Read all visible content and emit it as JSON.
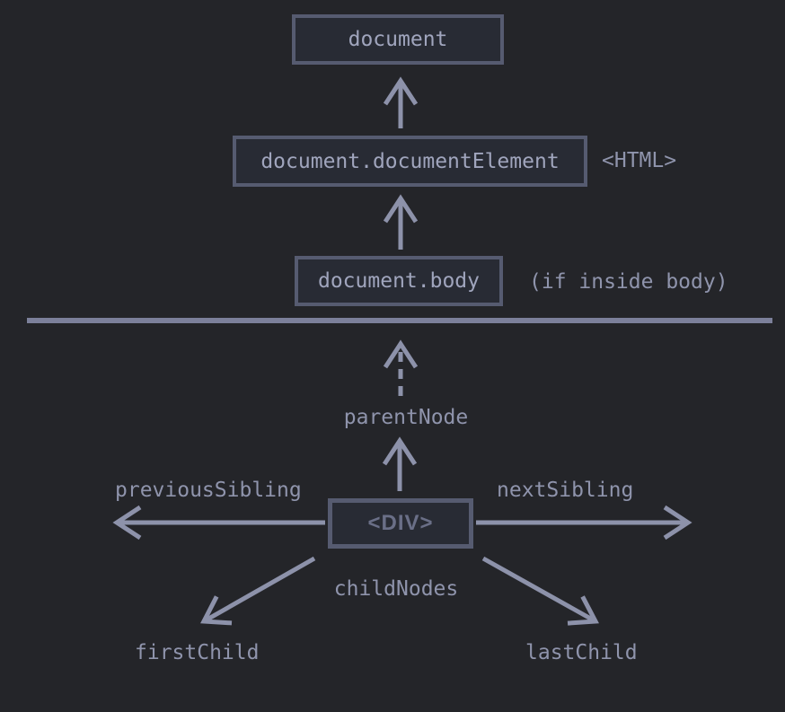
{
  "theme": {
    "bg": "#242529",
    "box_fill": "#282b34",
    "box_border": "#565b70",
    "box_text": "#a0a5bd",
    "div_text": "#6a6f87",
    "label_text": "#8f94ac",
    "arrow": "#8d92aa",
    "divider": "#7c809a"
  },
  "nodes": {
    "document": {
      "label": "document"
    },
    "documentElement": {
      "label": "document.documentElement",
      "annotation": "<HTML>"
    },
    "body": {
      "label": "document.body",
      "annotation": "(if inside body)"
    },
    "div": {
      "label": "<DIV>"
    }
  },
  "relations": {
    "parentNode": "parentNode",
    "previousSibling": "previousSibling",
    "nextSibling": "nextSibling",
    "childNodes": "childNodes",
    "firstChild": "firstChild",
    "lastChild": "lastChild"
  }
}
